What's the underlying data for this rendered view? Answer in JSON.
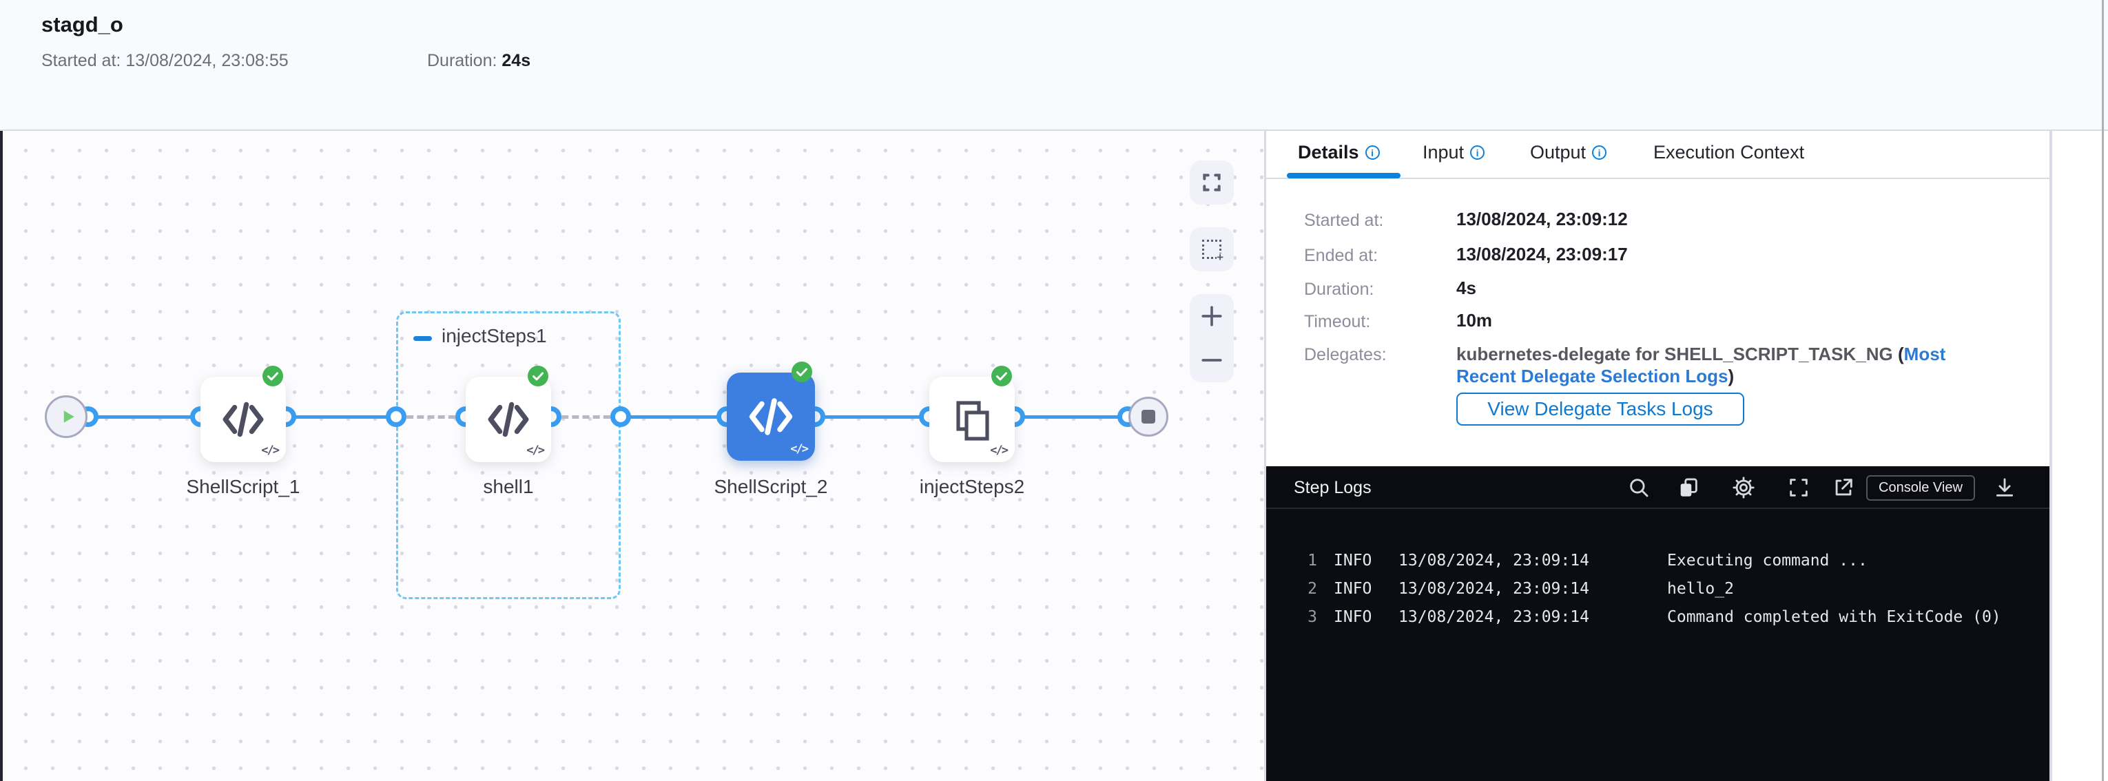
{
  "header": {
    "title": "stagd_o",
    "started_label": "Started at:",
    "started_value": "13/08/2024, 23:08:55",
    "duration_label": "Duration:",
    "duration_value": "24s"
  },
  "graph": {
    "group1_label": "injectSteps1",
    "nodes": {
      "step1": "ShellScript_1",
      "step2": "shell1",
      "step3": "ShellScript_2",
      "step4": "injectSteps2"
    },
    "code_glyph": "</>"
  },
  "panel": {
    "tabs": {
      "details": "Details",
      "input": "Input",
      "output": "Output",
      "execution": "Execution Context"
    },
    "fields": [
      {
        "label": "Started at:",
        "value": "13/08/2024, 23:09:12"
      },
      {
        "label": "Ended at:",
        "value": "13/08/2024, 23:09:17"
      },
      {
        "label": "Duration:",
        "value": "4s"
      },
      {
        "label": "Timeout:",
        "value": "10m"
      },
      {
        "label": "Delegates:"
      }
    ],
    "delegates": {
      "prefix": "kubernetes-delegate for SHELL_SCRIPT_TASK_NG ",
      "open_paren": "(",
      "link": "Most Recent Delegate Selection Logs",
      "close_paren": ")"
    },
    "view_logs_button": "View Delegate Tasks Logs"
  },
  "logs": {
    "title": "Step Logs",
    "console_view_button": "Console View",
    "lines": [
      {
        "num": "1",
        "level": "INFO",
        "time": "13/08/2024, 23:09:14",
        "message": "Executing command ..."
      },
      {
        "num": "2",
        "level": "INFO",
        "time": "13/08/2024, 23:09:14",
        "message": "hello_2"
      },
      {
        "num": "3",
        "level": "INFO",
        "time": "13/08/2024, 23:09:14",
        "message": "Command completed with ExitCode (0)"
      }
    ]
  },
  "colors": {
    "accent": "#0278d5",
    "edge_blue": "#399ef2",
    "success_green": "#43b453",
    "selected_node": "#3d7ee1",
    "group_border": "#6ec8f4"
  }
}
